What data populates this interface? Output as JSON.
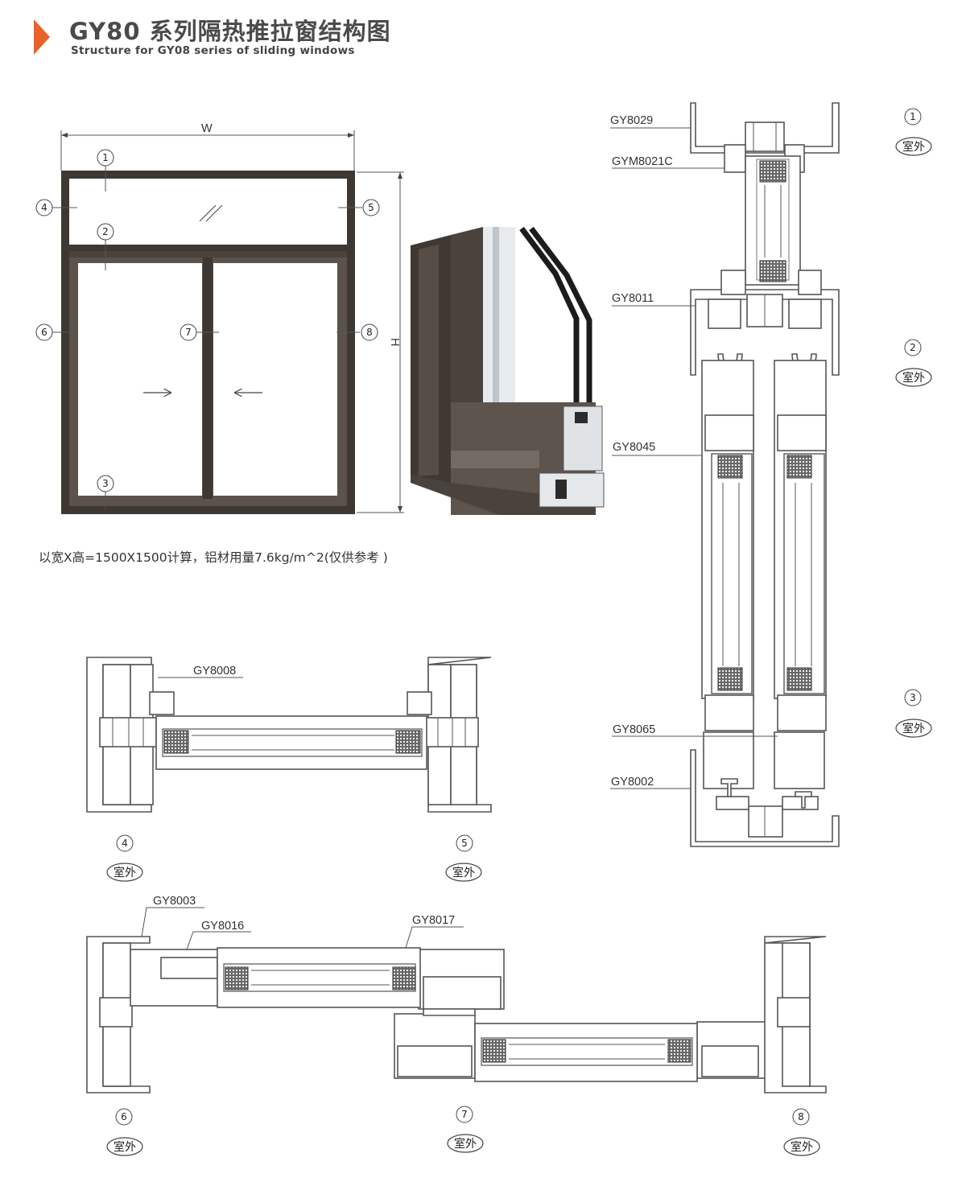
{
  "header": {
    "title": "GY80 系列隔热推拉窗结构图",
    "subtitle": "Structure for GY08 series of sliding windows",
    "accent_color": "#e8622a"
  },
  "elevation": {
    "width_label": "W",
    "height_label": "H",
    "note": "以宽X高=1500X1500计算，铝材用量7.6kg/m^2(仅供参考 )",
    "callouts": [
      "1",
      "2",
      "3",
      "4",
      "5",
      "6",
      "7",
      "8"
    ],
    "frame_color": "#3e3833"
  },
  "sections": {
    "outdoor_label": "室外",
    "vertical": {
      "numbers": [
        "1",
        "2",
        "3"
      ],
      "parts": [
        "GY8029",
        "GYM8021C",
        "GY8011",
        "GY8045",
        "GY8065",
        "GY8002"
      ]
    },
    "jamb": {
      "numbers": [
        "4",
        "5"
      ],
      "parts": [
        "GY8008"
      ]
    },
    "meeting": {
      "numbers": [
        "6",
        "7",
        "8"
      ],
      "parts": [
        "GY8003",
        "GY8016",
        "GY8017"
      ]
    }
  }
}
